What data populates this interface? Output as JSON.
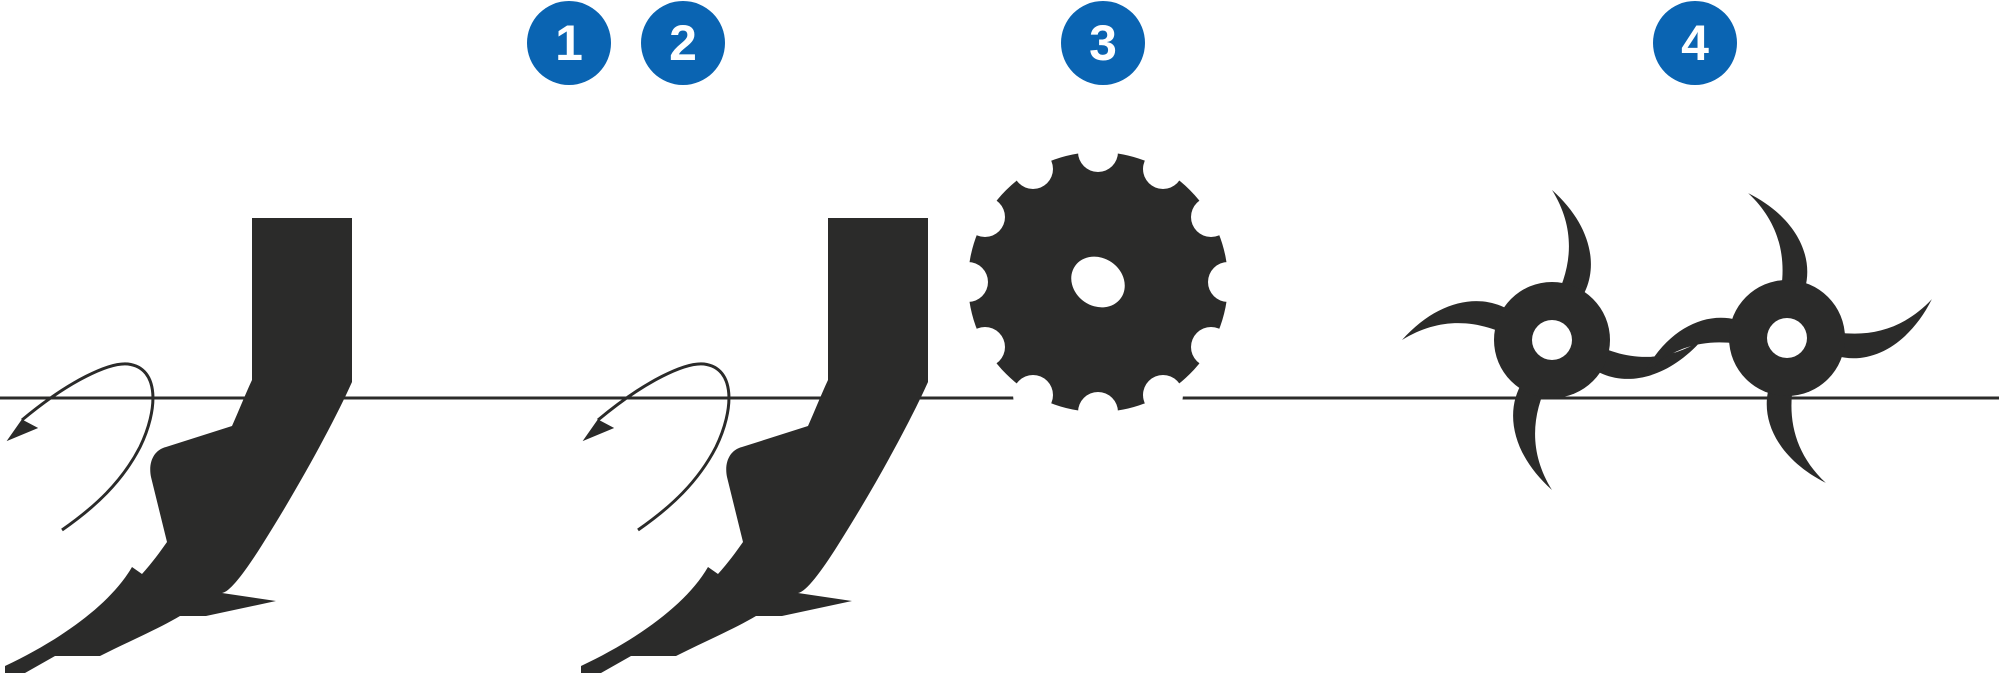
{
  "colors": {
    "badge": "#0a64b2",
    "badge_text": "#ffffff",
    "shape": "#2b2b2a",
    "line": "#2b2b2a",
    "background": "#ffffff"
  },
  "badges": [
    {
      "label": "1"
    },
    {
      "label": "2"
    },
    {
      "label": "3"
    },
    {
      "label": "4"
    }
  ],
  "icons": [
    "rotation-arrow-icon",
    "tine-icon",
    "rotation-arrow-icon",
    "tine-icon",
    "notched-disc-icon",
    "curved-blade-rotor-icon",
    "curved-blade-rotor-icon"
  ]
}
